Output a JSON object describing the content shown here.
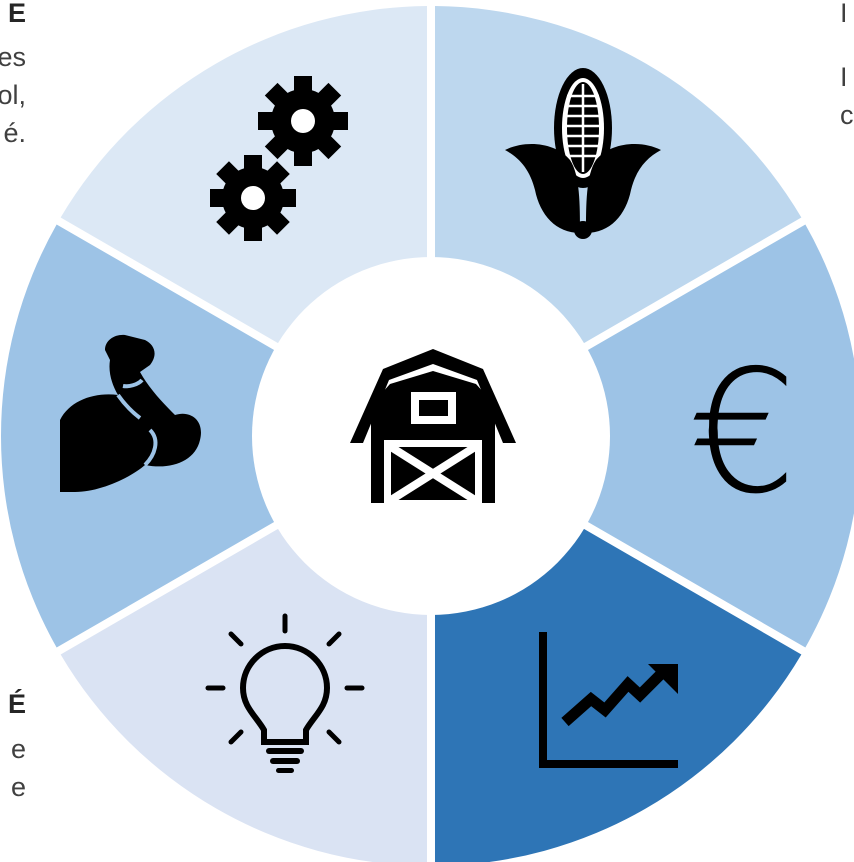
{
  "colors": {
    "background": "#ffffff",
    "hub": "#ffffff",
    "icon": "#000000",
    "text": "#404040"
  },
  "segments": [
    {
      "id": "top-left",
      "color": "#dce8f5",
      "icon": "gears-icon"
    },
    {
      "id": "top-right",
      "color": "#bdd7ee",
      "icon": "corn-icon"
    },
    {
      "id": "right",
      "color": "#9dc3e6",
      "icon": "euro-icon"
    },
    {
      "id": "bottom-right",
      "color": "#2e75b6",
      "icon": "rising-chart-icon"
    },
    {
      "id": "bottom-left",
      "color": "#dae3f3",
      "icon": "lightbulb-icon"
    },
    {
      "id": "left",
      "color": "#9dc3e6",
      "icon": "flexed-arm-icon"
    }
  ],
  "center": {
    "icon": "barn-icon"
  },
  "fragments": {
    "top_left": [
      "E",
      "es",
      "ol,",
      "é."
    ],
    "bottom_left": [
      "É",
      "e",
      "e"
    ],
    "top_right": [
      "I",
      "I",
      "c"
    ]
  }
}
